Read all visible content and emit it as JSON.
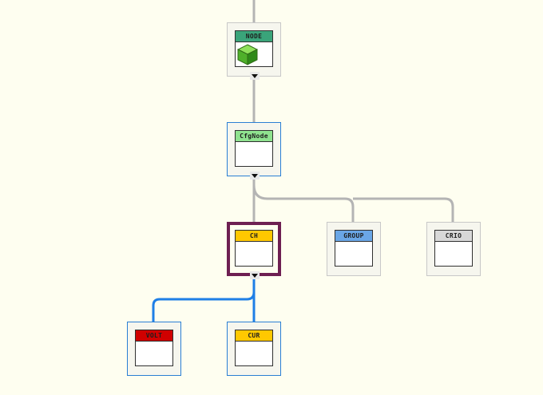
{
  "tree": {
    "nodes": [
      {
        "id": "node",
        "label": "NODE",
        "label_color": "#3aa47a",
        "has_expander": true,
        "icon": "green-cube-icon"
      },
      {
        "id": "cfgnode",
        "label": "CfgNode",
        "label_color": "#8fe28f",
        "has_expander": true
      },
      {
        "id": "ch",
        "label": "CH",
        "label_color": "#ffc800",
        "has_expander": true,
        "selected": true
      },
      {
        "id": "group",
        "label": "GROUP",
        "label_color": "#6aa6e6",
        "has_expander": false
      },
      {
        "id": "crio",
        "label": "CRIO",
        "label_color": "#d8d8d8",
        "has_expander": false
      },
      {
        "id": "volt",
        "label": "VOLT",
        "label_color": "#d00000",
        "has_expander": false
      },
      {
        "id": "cur",
        "label": "CUR",
        "label_color": "#ffc800",
        "has_expander": false
      }
    ],
    "colors": {
      "background": "#fefef0",
      "link_grey": "#b4b4b4",
      "link_blue": "#1f7fe6",
      "selected_border": "#6e1f52"
    }
  }
}
